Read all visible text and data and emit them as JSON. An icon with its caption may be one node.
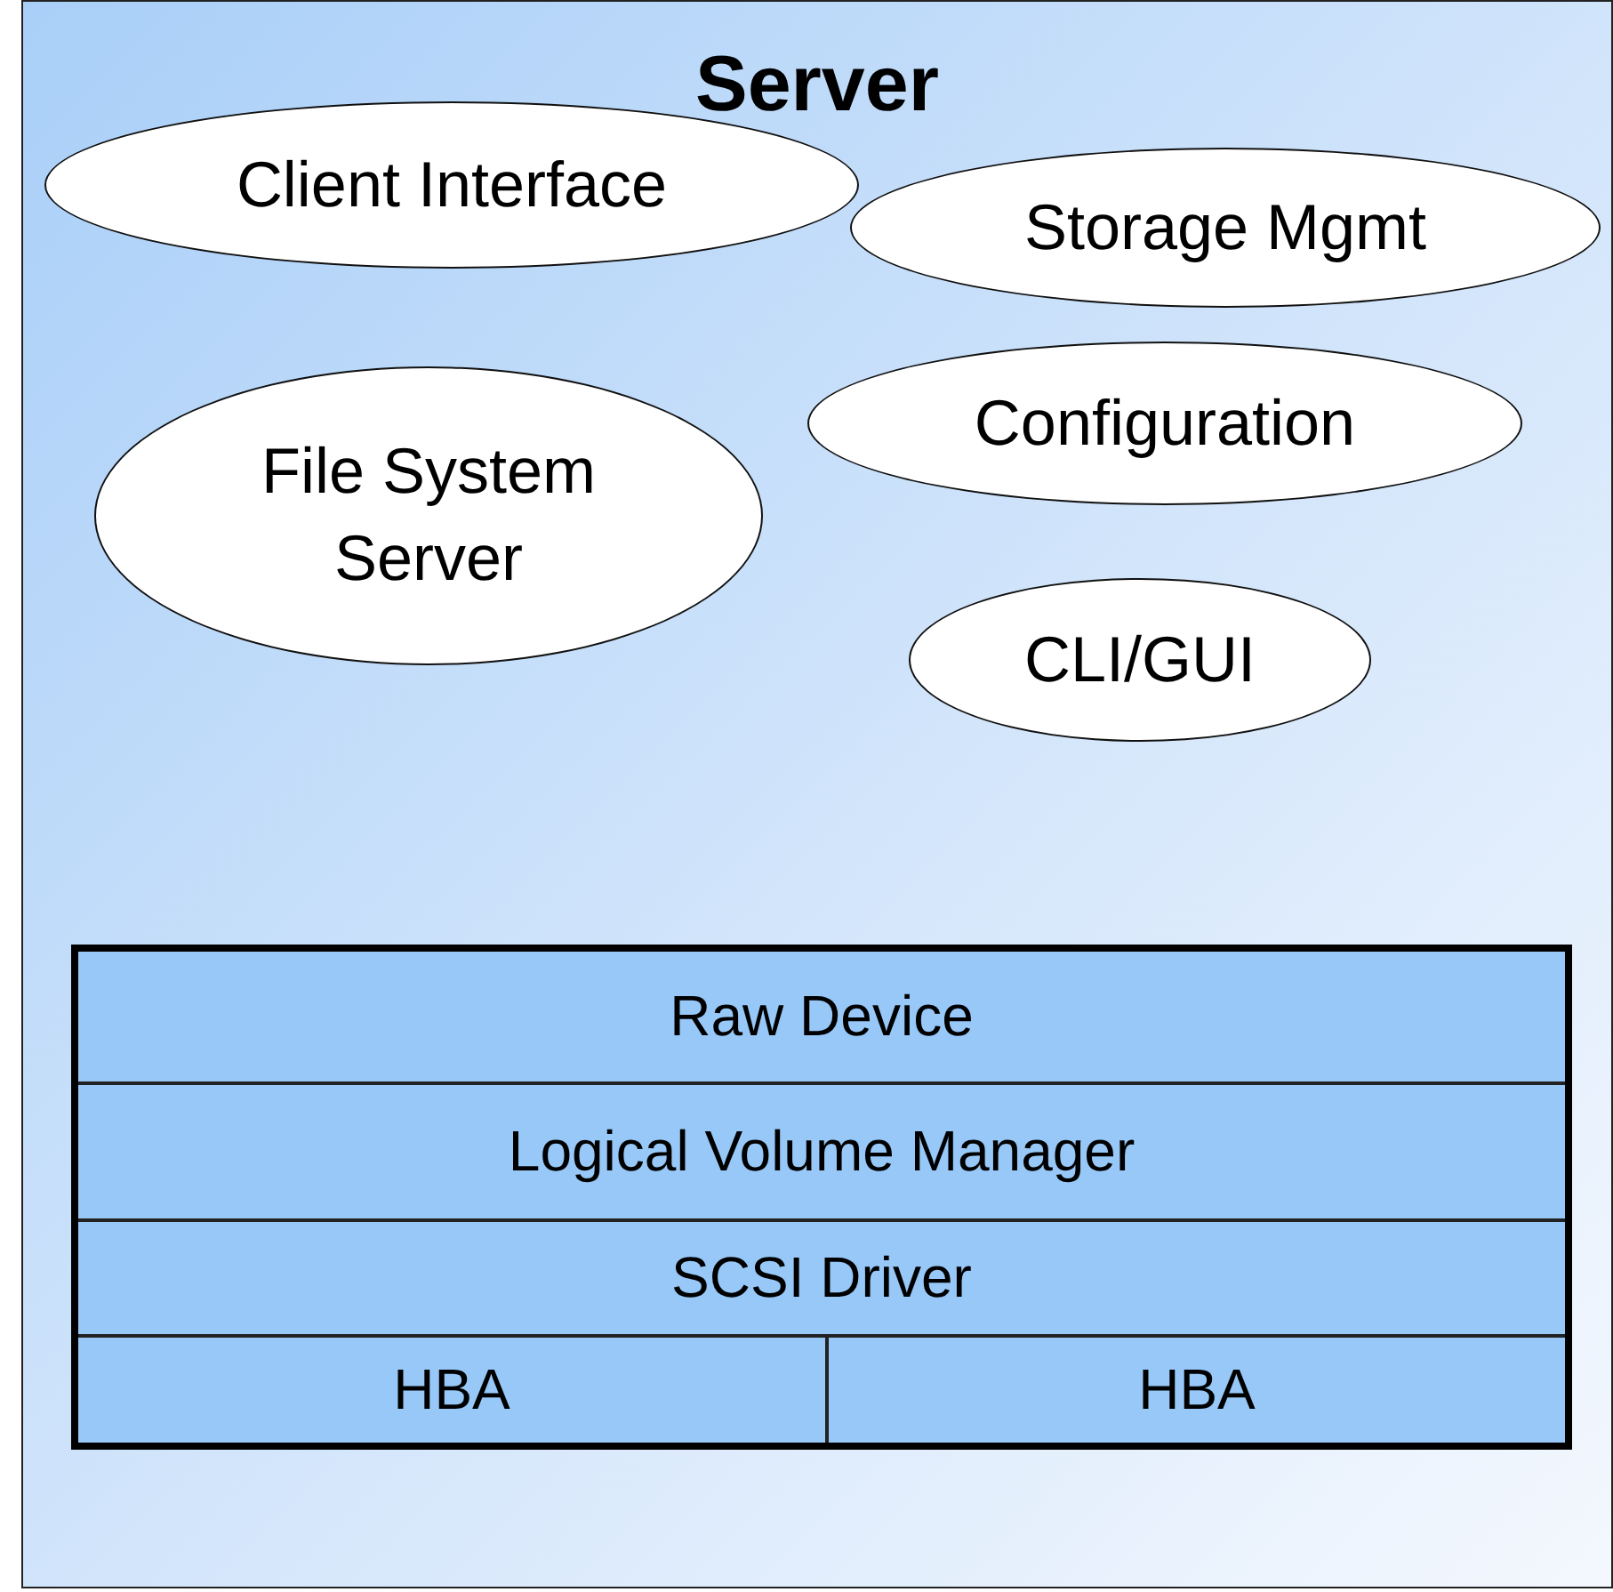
{
  "diagram": {
    "nodes": [
      {
        "text": [
          "Server"
        ]
      },
      {
        "text": [
          "Client Interface"
        ],
        "in": 0
      },
      {
        "text": [
          "Storage Mgmt"
        ],
        "in": 0
      },
      {
        "text": [
          "Configuration"
        ],
        "in": 0
      },
      {
        "text": [
          "File System Server"
        ],
        "in": 0
      },
      {
        "text": [
          "CLI/GUI"
        ],
        "in": 0
      },
      {
        "text": [],
        "shape": "box",
        "in": 0
      },
      {
        "text": [
          "Raw Device"
        ],
        "in": 6
      },
      {
        "text": [
          "Logical Volume Manager"
        ],
        "in": 6
      },
      {
        "text": [
          "SCSI Driver"
        ],
        "in": 6
      },
      {
        "text": [
          "HBA"
        ],
        "in": 6
      },
      {
        "text": [
          "HBA"
        ],
        "in": 6
      }
    ]
  }
}
